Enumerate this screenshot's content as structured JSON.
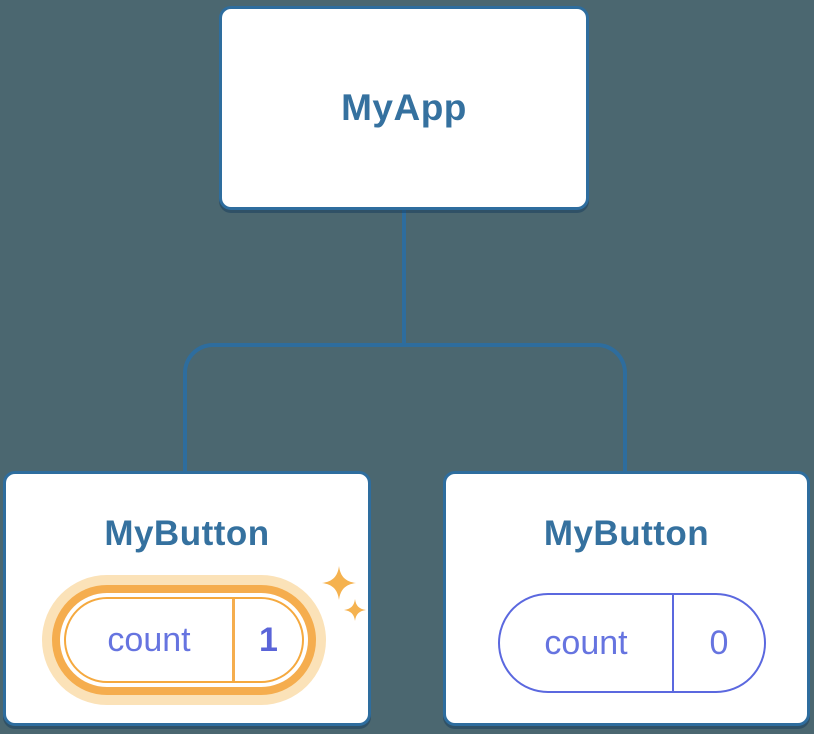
{
  "diagram": {
    "description_kind": "component-tree",
    "root": {
      "title": "MyApp"
    },
    "children": [
      {
        "title": "MyButton",
        "highlighted": true,
        "state": {
          "label": "count",
          "value": "1"
        }
      },
      {
        "title": "MyButton",
        "highlighted": false,
        "state": {
          "label": "count",
          "value": "0"
        }
      }
    ]
  },
  "icons": {
    "sparkle_large": "sparkle-icon",
    "sparkle_small": "sparkle-icon"
  },
  "colors": {
    "background": "#4B6770",
    "node_fill": "#FFFFFF",
    "node_border": "#2E6D9E",
    "node_title_text": "#35719F",
    "edge_line": "#2E6D9E",
    "state_pill_border": "#5B68DF",
    "state_label_text": "#6674E0",
    "state_value_highlight_text": "#5A64D8",
    "highlight_ring": "#F5AD4E",
    "highlight_halo": "#FBE2B8",
    "sparkle": "#F5B24F"
  }
}
